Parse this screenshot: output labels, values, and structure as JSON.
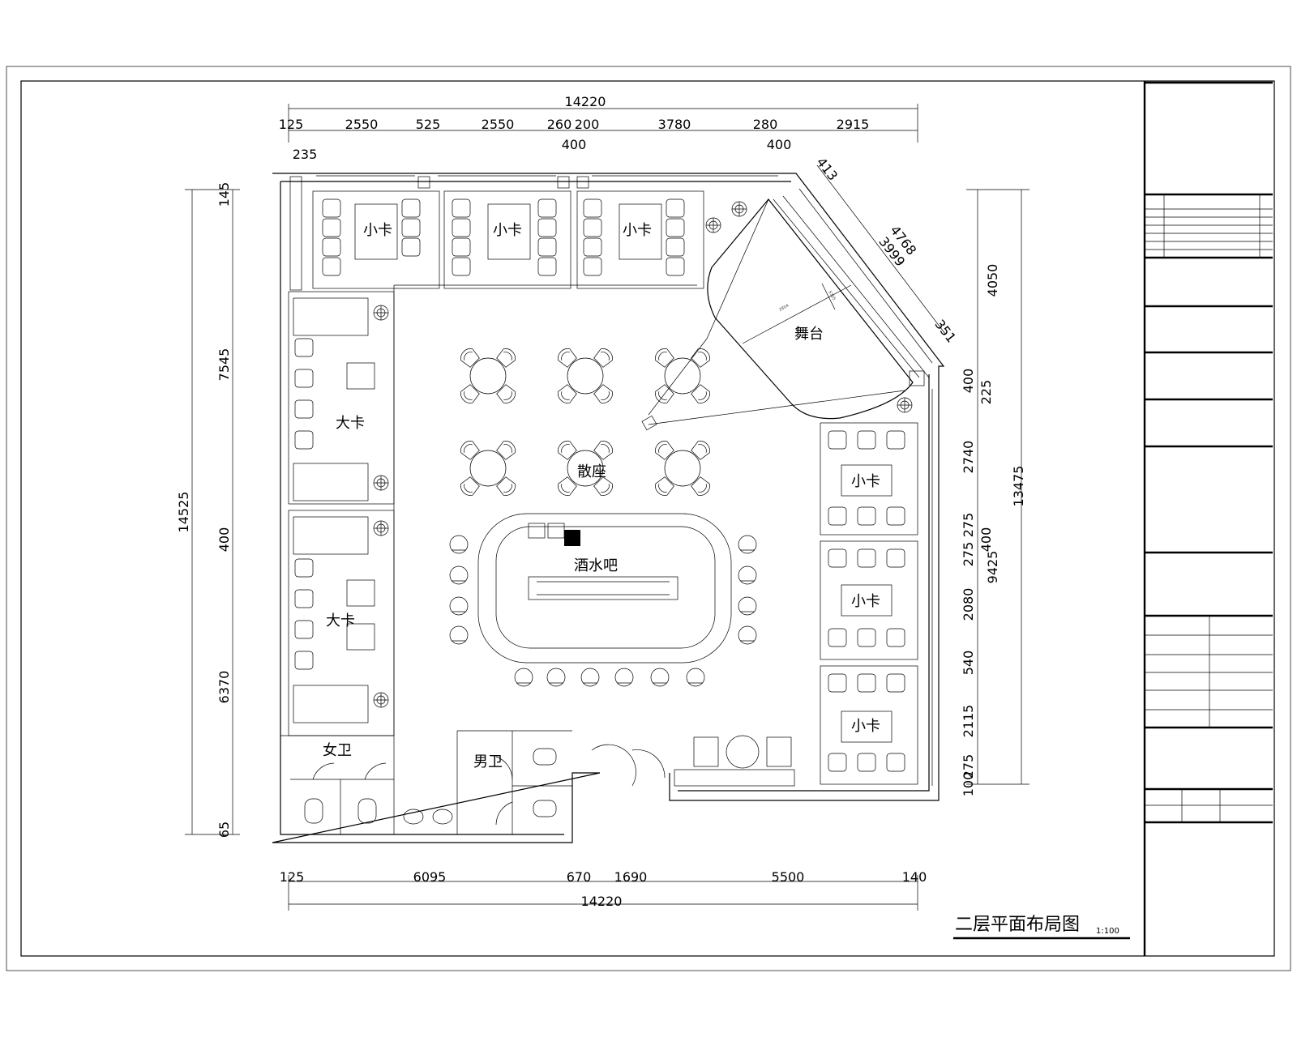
{
  "drawing": {
    "title": "二层平面布局图",
    "scale": "1:100"
  },
  "rooms": {
    "small_booth": "小卡",
    "large_booth": "大卡",
    "stage": "舞台",
    "open_seating": "散座",
    "wine_bar": "酒水吧",
    "womens_wc": "女卫",
    "mens_wc": "男卫"
  },
  "dimensions": {
    "top_total": "14220",
    "top": [
      "125",
      "2550",
      "525",
      "2550",
      "260",
      "200",
      "3780",
      "280",
      "2915"
    ],
    "top_sub": [
      "235",
      "400",
      "400"
    ],
    "bottom_total": "14220",
    "bottom": [
      "125",
      "6095",
      "670",
      "1690",
      "5500",
      "140"
    ],
    "left_total": "14525",
    "left": [
      "145",
      "7545",
      "400",
      "6370",
      "65"
    ],
    "right_total": "13475",
    "right_upper": "4050",
    "right_mid_total": "9425",
    "right_stack": [
      "400",
      "225",
      "2740",
      "275",
      "275",
      "400",
      "2080",
      "540",
      "2115",
      "275",
      "100"
    ],
    "stage": [
      "413",
      "4768",
      "3999",
      "351",
      "2804",
      "5325"
    ]
  },
  "colors": {
    "line": "#000000",
    "background": "#ffffff"
  }
}
